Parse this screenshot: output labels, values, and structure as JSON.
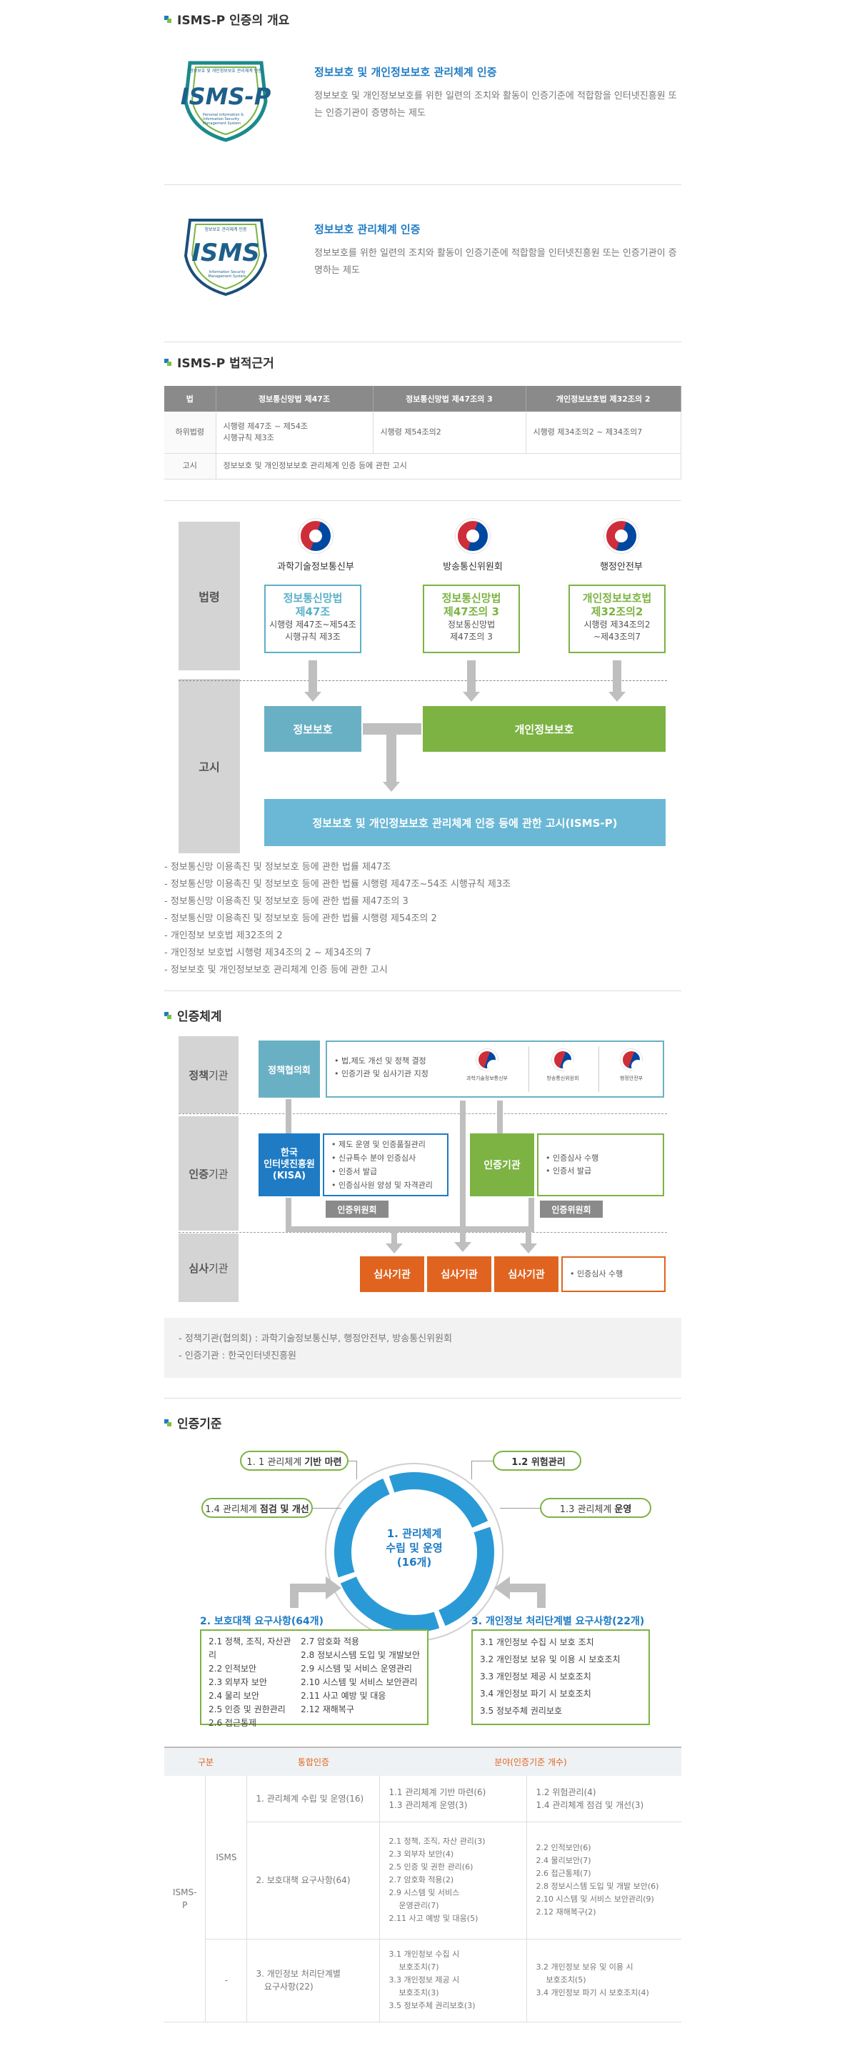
{
  "overview": {
    "title": "ISMS-P 인증의 개요",
    "ismsp": {
      "logo_top": "정보보호 및 개인정보보호 관리체계 인증",
      "logo_main": "ISMS-P",
      "logo_sub": "Personal information & Information Security Management System",
      "title": "정보보호 및 개인정보보호 관리체계 인증",
      "desc": "정보보호 및 개인정보보호를 위한 일련의 조치와 활동이 인증기준에 적합함을 인터넷진흥원 또는 인증기관이 증명하는 제도"
    },
    "isms": {
      "logo_top": "정보보호 관리체계 인증",
      "logo_main": "ISMS",
      "logo_sub": "Information Security Management System",
      "title": "정보보호 관리체계 인증",
      "desc": "정보보호를 위한 일련의 조치와 활동이 인증기준에 적합함을 인터넷진흥원 또는 인증기관이 증명하는 제도"
    }
  },
  "legal": {
    "title": "ISMS-P 법적근거",
    "table": {
      "headers": [
        "법",
        "정보통신망법 제47조",
        "정보통신망법 제47조의 3",
        "개인정보보호법 제32조의 2"
      ],
      "row1": [
        "하위법령",
        "시행령 제47조 ~ 제54조\n시행규칙 제3조",
        "시행령 제54조의2",
        "시행령 제34조의2 ~ 제34조의7"
      ],
      "row2": [
        "고시",
        "정보보호 및 개인정보보호 관리체계 인증 등에 관한 고시"
      ]
    },
    "diagram": {
      "row_labels": [
        "법령",
        "고시"
      ],
      "orgs": [
        "과학기술정보통신부",
        "방송통신위원회",
        "행정안전부"
      ],
      "box1": {
        "title": "정보통신망법\n제47조",
        "text": "시행령 제47조~제54조\n시행규칙 제3조"
      },
      "box2": {
        "title": "정보통신망법\n제47조의 3",
        "text": "정보통신망법\n제47조의 3"
      },
      "box3": {
        "title": "개인정보보호법\n제32조의2",
        "text": "시행령 제34조의2\n~제43조의7"
      },
      "infosec": "정보보호",
      "privacy": "개인정보보호",
      "notice": "정보보호 및 개인정보보호 관리체계 인증 등에 관한 고시(ISMS-P)"
    },
    "notes": [
      "- 정보통신망 이용촉진 및 정보보호 등에 관한 법률 제47조",
      "- 정보통신망 이용촉진 및 정보보호 등에 관한 법률 시행령 제47조~54조 시행규칙 제3조",
      "- 정보통신망 이용촉진 및 정보보호 등에 관한 법률 제47조의 3",
      "- 정보통신망 이용촉진 및 정보보호 등에 관한 법률 시행령 제54조의 2",
      "- 개인정보 보호법 제32조의 2",
      "- 개인정보 보호법 시행령 제34조의 2 ~ 제34조의 7",
      "- 정보보호 및 개인정보보호 관리체계 인증 등에 관한 고시"
    ]
  },
  "system": {
    "title": "인증체계",
    "rows": [
      {
        "bold": "정책",
        "rest": "기관"
      },
      {
        "bold": "인증",
        "rest": "기관"
      },
      {
        "bold": "심사",
        "rest": "기관"
      }
    ],
    "policy_council": "정책협의회",
    "policy_items": [
      "법,제도 개선 및 정책 결정",
      "인증기관 및 심사기관 지정"
    ],
    "policy_orgs": [
      "과학기술정보통신부",
      "방송통신위원회",
      "행정안전부"
    ],
    "kisa": "한국\n인터넷진흥원\n(KISA)",
    "kisa_items": [
      "제도 운영 및 인증품질관리",
      "신규특수 분야 인증심사",
      "인증서 발급",
      "인증심사원 양성 및 자격관리"
    ],
    "cert_org": "인증기관",
    "cert_items": [
      "인증심사 수행",
      "인증서 발급"
    ],
    "committee": "인증위원회",
    "audit_org": "심사기관",
    "audit_items": [
      "인증심사 수행"
    ],
    "notes": [
      "- 정책기관(협의회) : 과학기술정보통신부, 행정안전부, 방송통신위원회",
      "- 인증기관 : 한국인터넷진흥원"
    ]
  },
  "standards": {
    "title": "인증기준",
    "center": "1. 관리체계\n수립 및 운영\n(16개)",
    "p11": {
      "light": "1. 1 관리체계",
      "bold": "기반 마련"
    },
    "p12": {
      "light": "",
      "bold": "1.2 위험관리"
    },
    "p13": {
      "light": "1.3 관리체계",
      "bold": "운영"
    },
    "p14": {
      "light": "1.4 관리체계",
      "bold": "점검 및 개선"
    },
    "req2_title": "2. 보호대책 요구사항(64개)",
    "req2_col1": [
      "2.1 정책, 조직, 자산관리",
      "2.2 인적보안",
      "2.3 외부자 보안",
      "2.4 물리 보안",
      "2.5 인증 및 권한관리",
      "2.6 접근통제"
    ],
    "req2_col2": [
      "2.7 암호화 적용",
      "2.8 정보시스템 도입 및 개발보안",
      "2.9 시스템 및 서비스 운영관리",
      "2.10 시스템 및 서비스 보안관리",
      "2.11 사고 예방 및 대응",
      "2.12 재해복구"
    ],
    "req3_title": "3. 개인정보 처리단계별 요구사항(22개)",
    "req3_items": [
      "3.1 개인정보 수집 시 보호 조치",
      "3.2 개인정보 보유 및 이용 시 보호조치",
      "3.3 개인정보 제공 시 보호조치",
      "3.4 개인정보 파기 시 보호조치",
      "3.5 정보주체 권리보호"
    ],
    "table": {
      "headers": [
        "구분",
        "통합인증",
        "분야(인증기준 개수)"
      ],
      "ismsp": "ISMS-P",
      "isms": "ISMS",
      "dash": "-",
      "r1_name": "1. 관리체계 수립 및 운영(16)",
      "r1_a": "1.1 관리체계 기반 마련(6)\n1.3 관리체계 운영(3)",
      "r1_b": "1.2 위험관리(4)\n1.4 관리체계 점검 및 개선(3)",
      "r2_name": "2. 보호대책 요구사항(64)",
      "r2_a": "2.1 정책, 조직, 자산 관리(3)\n2.3 외부자 보안(4)\n2.5 인증 및 권한 관리(6)\n2.7 암호화 적용(2)\n2.9 시스템 및 서비스\n    운영관리(7)\n2.11 사고 예방 및 대응(5)",
      "r2_b": "2.2 인적보안(6)\n2.4 물리보안(7)\n2.6 접근통제(7)\n2.8 정보시스템 도입 및 개발 보안(6)\n2.10 시스템 및 서비스 보안관리(9)\n2.12 재해복구(2)",
      "r3_name": "3. 개인정보 처리단계별\n   요구사항(22)",
      "r3_a": "3.1 개인정보 수집 시\n    보호조치(7)\n3.3 개인정보 제공 시\n    보호조치(3)\n3.5 정보주체 권리보호(3)",
      "r3_b": "3.2 개인정보 보유 및 이용 시\n    보호조치(5)\n3.4 개인정보 파기 시 보호조치(4)"
    }
  },
  "colors": {
    "blue": "#1e7bc4",
    "teal": "#5bb0c8",
    "green": "#7cb342",
    "orange": "#e0641f",
    "gray": "#8a8a8a"
  }
}
